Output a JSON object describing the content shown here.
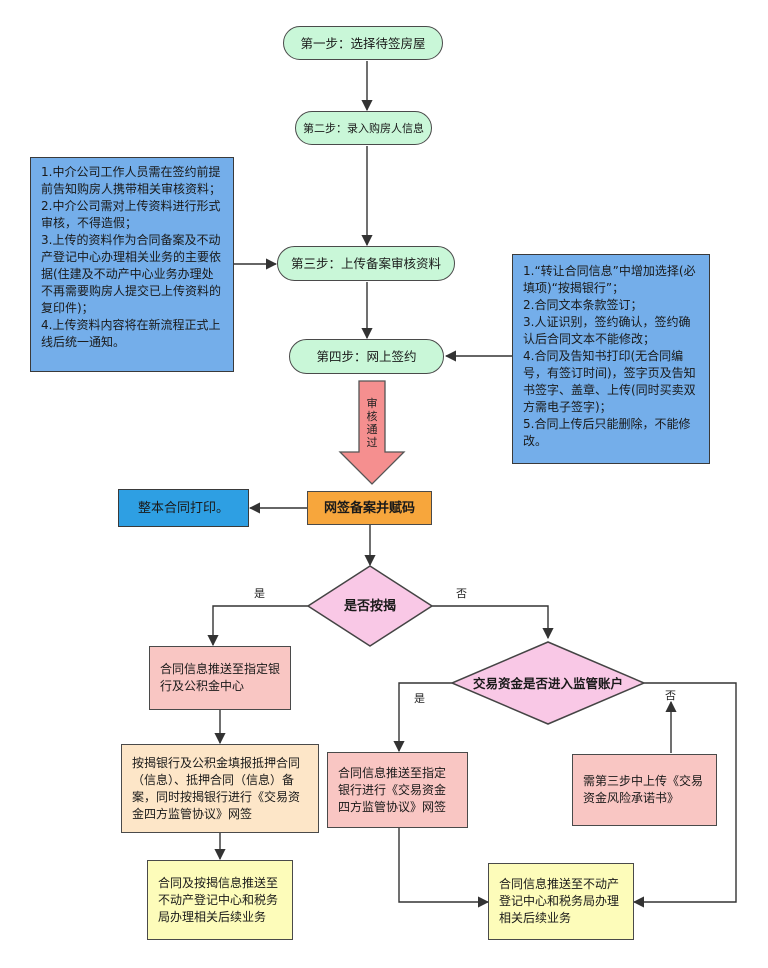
{
  "steps": {
    "step1": "第一步：选择待签房屋",
    "step2": "第二步：录入购房人信息",
    "step3": "第三步：上传备案审核资料",
    "step4": "第四步：网上签约"
  },
  "notes": {
    "left": "1.中介公司工作人员需在签约前提前告知购房人携带相关审核资料；\n2.中介公司需对上传资料进行形式审核，不得造假；\n3.上传的资料作为合同备案及不动产登记中心办理相关业务的主要依据(住建及不动产中心业务办理处不再需要购房人提交已上传资料的复印件)；\n4.上传资料内容将在新流程正式上线后统一通知。",
    "right": "1.“转让合同信息”中增加选择(必填项)“按揭银行”；\n2.合同文本条款签订；\n3.人证识别，签约确认，签约确认后合同文本不能修改；\n4.合同及告知书打印(无合同编号，有签订时间)，签字页及告知书签字、盖章、上传(同时买卖双方需电子签字)；\n5.合同上传后只能删除，不能修改。"
  },
  "review_arrow_text": "审\n核\n通\n过",
  "netsign_box": "网签备案并赋码",
  "print_box": "整本合同打印。",
  "decisions": {
    "mortgage": "是否按揭",
    "escrow": "交易资金是否进入监管账户"
  },
  "branch_labels": {
    "mortgage_yes": "是",
    "mortgage_no": "否",
    "escrow_yes": "是",
    "escrow_no": "否"
  },
  "boxes": {
    "push_bank": "合同信息推送至指定银行及公积金中心",
    "bank_fill": "按揭银行及公积金填报抵押合同（信息）、抵押合同（信息）备案，同时按揭银行进行《交易资金四方监管协议》网签",
    "push_registry_left": "合同及按揭信息推送至不动产登记中心和税务局办理相关后续业务",
    "push_bank_escrow": "合同信息推送至指定银行进行《交易资金四方监管协议》网签",
    "risk_letter": "需第三步中上传《交易资金风险承诺书》",
    "push_registry_right": "合同信息推送至不动产登记中心和税务局办理相关后续业务"
  },
  "colors": {
    "step_fill": "#c9f7d8",
    "note_fill": "#74aeea",
    "orange": "#f7a63c",
    "blue": "#2e9fe3",
    "decision_fill": "#f9c8e6",
    "pink": "#f9c6c3",
    "peach": "#fde6c8",
    "yellow": "#fdfcba",
    "review_arrow": "#f58f8f"
  }
}
